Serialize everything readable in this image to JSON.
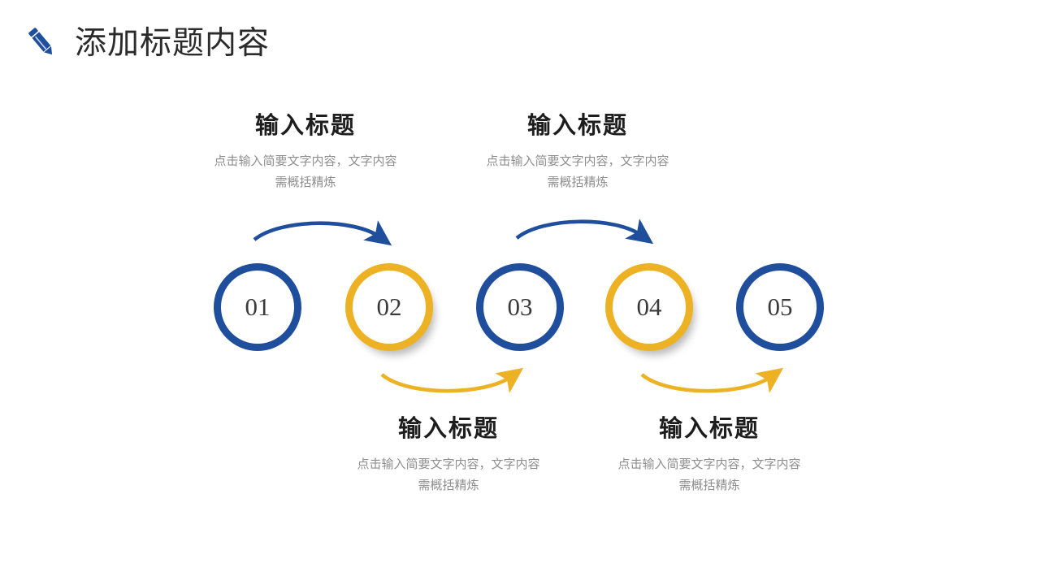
{
  "header": {
    "icon": "pencil-icon",
    "title": "添加标题内容",
    "icon_color": "#1f4e9c"
  },
  "colors": {
    "blue": "#1f4e9c",
    "gold": "#edb223",
    "title_text": "#2b2b2b",
    "body_text": "#8e8e8e",
    "number_text": "#3a3a3a"
  },
  "diagram": {
    "type": "process-timeline",
    "steps": [
      {
        "number": "01",
        "color": "blue"
      },
      {
        "number": "02",
        "color": "gold"
      },
      {
        "number": "03",
        "color": "blue"
      },
      {
        "number": "04",
        "color": "gold"
      },
      {
        "number": "05",
        "color": "blue"
      }
    ],
    "callouts": [
      {
        "position": "top",
        "title": "输入标题",
        "desc": "点击输入简要文字内容，文字内容需概括精炼"
      },
      {
        "position": "top",
        "title": "输入标题",
        "desc": "点击输入简要文字内容，文字内容需概括精炼"
      },
      {
        "position": "bottom",
        "title": "输入标题",
        "desc": "点击输入简要文字内容，文字内容需概括精炼"
      },
      {
        "position": "bottom",
        "title": "输入标题",
        "desc": "点击输入简要文字内容，文字内容需概括精炼"
      }
    ],
    "arrows": [
      {
        "name": "arrow-01-to-02",
        "color": "blue",
        "direction": "right"
      },
      {
        "name": "arrow-03-to-04",
        "color": "blue",
        "direction": "right"
      },
      {
        "name": "arrow-02-to-03",
        "color": "gold",
        "direction": "right"
      },
      {
        "name": "arrow-04-to-05",
        "color": "gold",
        "direction": "right"
      }
    ]
  }
}
